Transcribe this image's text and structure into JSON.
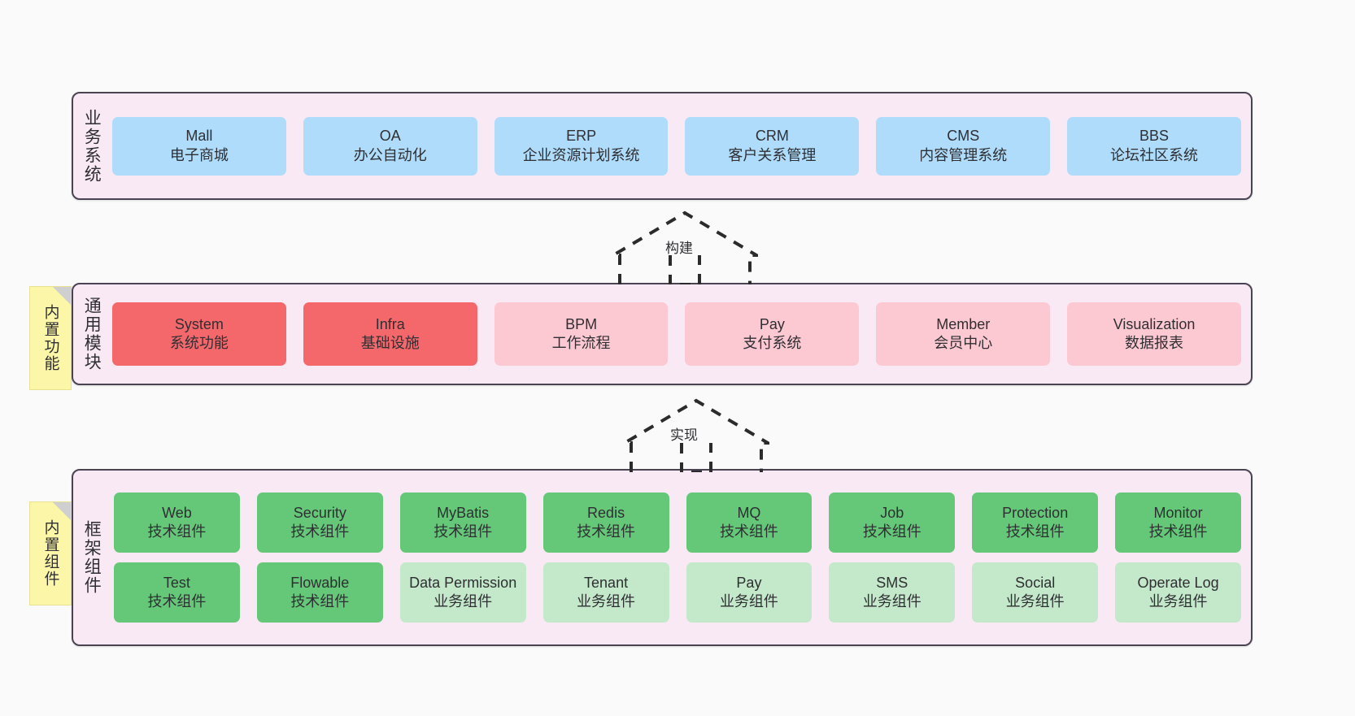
{
  "diagram": {
    "background": "#fafafa",
    "layer_bg": "#f9e9f4",
    "layer_border": "#4a4452",
    "note_bg": "#fcf7a8"
  },
  "notes": [
    {
      "label": "内置功能"
    },
    {
      "label": "内置组件"
    }
  ],
  "arrows": [
    {
      "label": "构建",
      "style": "dashed-hollow-up"
    },
    {
      "label": "实现",
      "style": "dashed-hollow-up"
    }
  ],
  "layers": [
    {
      "id": "business",
      "title": "业务系统",
      "rows": [
        {
          "cells": [
            {
              "name": "Mall",
              "desc": "电子商城",
              "color": "#aedcfa"
            },
            {
              "name": "OA",
              "desc": "办公自动化",
              "color": "#aedcfa"
            },
            {
              "name": "ERP",
              "desc": "企业资源计划系统",
              "color": "#aedcfa"
            },
            {
              "name": "CRM",
              "desc": "客户关系管理",
              "color": "#aedcfa"
            },
            {
              "name": "CMS",
              "desc": "内容管理系统",
              "color": "#aedcfa"
            },
            {
              "name": "BBS",
              "desc": "论坛社区系统",
              "color": "#aedcfa"
            }
          ]
        }
      ]
    },
    {
      "id": "common",
      "title": "通用模块",
      "rows": [
        {
          "cells": [
            {
              "name": "System",
              "desc": "系统功能",
              "color": "#f4686c"
            },
            {
              "name": "Infra",
              "desc": "基础设施",
              "color": "#f4686c"
            },
            {
              "name": "BPM",
              "desc": "工作流程",
              "color": "#fcc8d2"
            },
            {
              "name": "Pay",
              "desc": "支付系统",
              "color": "#fcc8d2"
            },
            {
              "name": "Member",
              "desc": "会员中心",
              "color": "#fcc8d2"
            },
            {
              "name": "Visualization",
              "desc": "数据报表",
              "color": "#fcc8d2"
            }
          ]
        }
      ]
    },
    {
      "id": "framework",
      "title": "框架组件",
      "rows": [
        {
          "cells": [
            {
              "name": "Web",
              "desc": "技术组件",
              "color": "#64c878"
            },
            {
              "name": "Security",
              "desc": "技术组件",
              "color": "#64c878"
            },
            {
              "name": "MyBatis",
              "desc": "技术组件",
              "color": "#64c878"
            },
            {
              "name": "Redis",
              "desc": "技术组件",
              "color": "#64c878"
            },
            {
              "name": "MQ",
              "desc": "技术组件",
              "color": "#64c878"
            },
            {
              "name": "Job",
              "desc": "技术组件",
              "color": "#64c878"
            },
            {
              "name": "Protection",
              "desc": "技术组件",
              "color": "#64c878"
            },
            {
              "name": "Monitor",
              "desc": "技术组件",
              "color": "#64c878"
            }
          ]
        },
        {
          "cells": [
            {
              "name": "Test",
              "desc": "技术组件",
              "color": "#64c878"
            },
            {
              "name": "Flowable",
              "desc": "技术组件",
              "color": "#64c878"
            },
            {
              "name": "Data Permission",
              "desc": "业务组件",
              "color": "#c3e8ca",
              "wrap": true
            },
            {
              "name": "Tenant",
              "desc": "业务组件",
              "color": "#c3e8ca"
            },
            {
              "name": "Pay",
              "desc": "业务组件",
              "color": "#c3e8ca"
            },
            {
              "name": "SMS",
              "desc": "业务组件",
              "color": "#c3e8ca"
            },
            {
              "name": "Social",
              "desc": "业务组件",
              "color": "#c3e8ca"
            },
            {
              "name": "Operate Log",
              "desc": "业务组件",
              "color": "#c3e8ca"
            }
          ]
        }
      ]
    }
  ]
}
